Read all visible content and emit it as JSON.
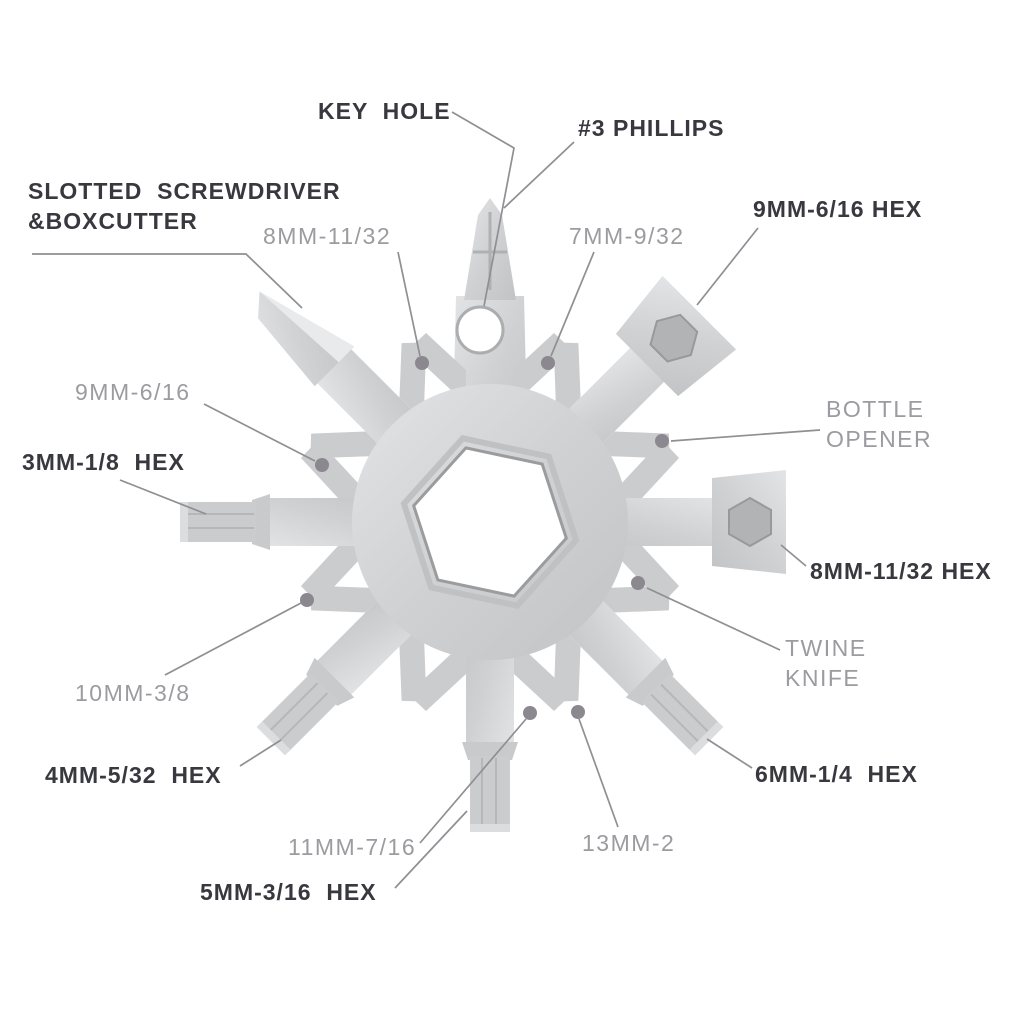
{
  "colors": {
    "background": "#ffffff",
    "label_dark": "#38383f",
    "label_gray": "#9b9ba0",
    "leader_line": "#8f8f94",
    "marker_dot": "#8b888f",
    "metal_light": "#e3e4e6",
    "metal_mid": "#d0d1d3",
    "metal_dark": "#c2c3c5"
  },
  "labels": {
    "key_hole": "KEY  HOLE",
    "phillips": "#3 PHILLIPS",
    "slotted_line1": "SLOTTED  SCREWDRIVER",
    "slotted_line2": "&BOXCUTTER",
    "size_8mm_11_32": "8MM-11/32",
    "size_7mm_9_32": "7MM-9/32",
    "hex_9mm_6_16": "9MM-6/16 HEX",
    "bottle_opener_line1": "BOTTLE",
    "bottle_opener_line2": "OPENER",
    "size_9mm_6_16": "9MM-6/16",
    "hex_3mm_1_8": "3MM-1/8  HEX",
    "hex_8mm_11_32": "8MM-11/32 HEX",
    "twine_knife_line1": "TWINE",
    "twine_knife_line2": "KNIFE",
    "size_10mm_3_8": "10MM-3/8",
    "hex_4mm_5_32": "4MM-5/32  HEX",
    "hex_6mm_1_4": "6MM-1/4  HEX",
    "size_11mm_7_16": "11MM-7/16",
    "size_13mm_2": "13MM-2",
    "hex_5mm_3_16": "5MM-3/16  HEX"
  }
}
